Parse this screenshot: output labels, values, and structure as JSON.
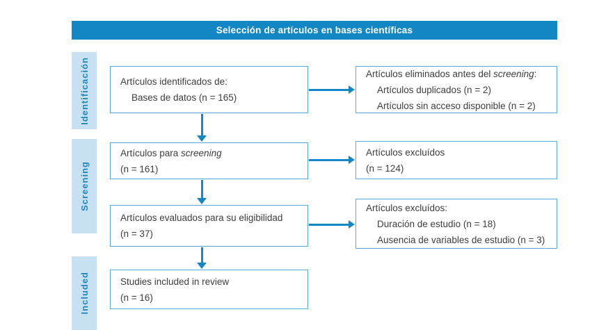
{
  "header": {
    "title": "Selección de artículos en bases científicas"
  },
  "stages": [
    {
      "label": "Identificación"
    },
    {
      "label": "Screening"
    },
    {
      "label": "Included"
    }
  ],
  "boxes": {
    "identified": {
      "line1": "Artículos identificados de:",
      "line2": "Bases de datos (n = 165)"
    },
    "removed": {
      "line1_pre": "Artículos eliminados antes del ",
      "line1_italic": "screening",
      "line1_post": ":",
      "line2": "Artículos duplicados (n = 2)",
      "line3": "Artículos sin acceso disponible (n = 2)"
    },
    "screening": {
      "line1_pre": "Artículos para ",
      "line1_italic": "screening",
      "line2": "(n = 161)"
    },
    "excluded_screening": {
      "line1": "Artículos excluídos",
      "line2": "(n = 124)"
    },
    "assessed": {
      "line1": "Artículos evaluados para su eligibilidad",
      "line2": "(n = 37)"
    },
    "excluded_eligibility": {
      "line1": "Artículos excluídos:",
      "line2": "Duración de estudio (n = 18)",
      "line3": "Ausencia de variables de estudio (n = 3)"
    },
    "included": {
      "line1": "Studies included in review",
      "line2": "(n = 16)"
    }
  },
  "colors": {
    "header_bg": "#1287c3",
    "band_bg": "#c8e1f2",
    "band_text": "#1e88c6",
    "box_border": "#57a8d9",
    "arrow": "#1287c3",
    "text": "#3d3d3d"
  }
}
